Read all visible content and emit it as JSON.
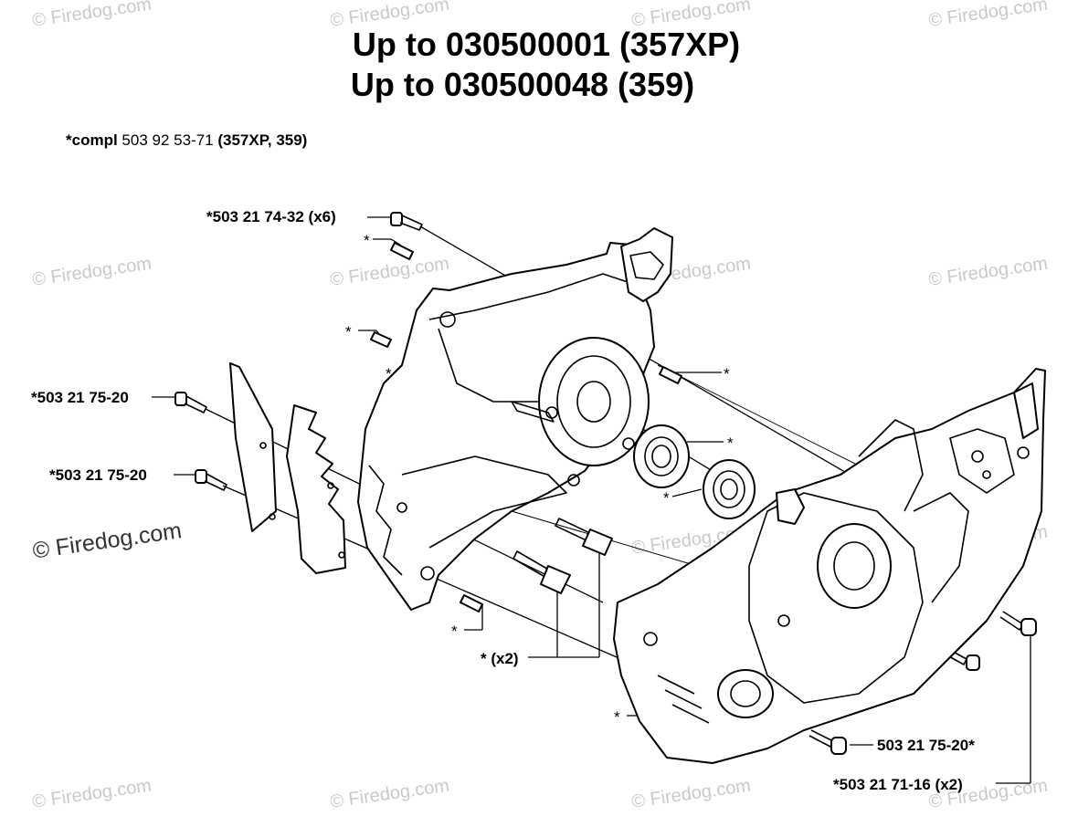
{
  "watermark": "© Firedog.com",
  "title_line1": "Up to 030500001  (357XP)",
  "title_line2": "Up to 030500048  (359)",
  "compl": {
    "prefix": "*compl",
    "number": "503 92 53-71",
    "suffix": "(357XP, 359)"
  },
  "labels": {
    "screw_top": "*503 21 74-32 (x6)",
    "star_pin_top": "*",
    "star_pin_left": "*",
    "star_crankcase": "*",
    "star_pin_right": "*",
    "screw_left_a": "*503 21 75-20",
    "screw_left_b": "*503 21 75-20",
    "star_bearing_a": "*",
    "star_bearing_b": "*",
    "star_pin_bottom": "*",
    "bolts_x2": "* (x2)",
    "star_housing": "*",
    "screw_bottom": "503 21 75-20*",
    "screw_right": "*503 21 71-16 (x2)"
  },
  "colors": {
    "ink": "#000000",
    "watermark": "#c9c9c9",
    "background": "#ffffff"
  }
}
